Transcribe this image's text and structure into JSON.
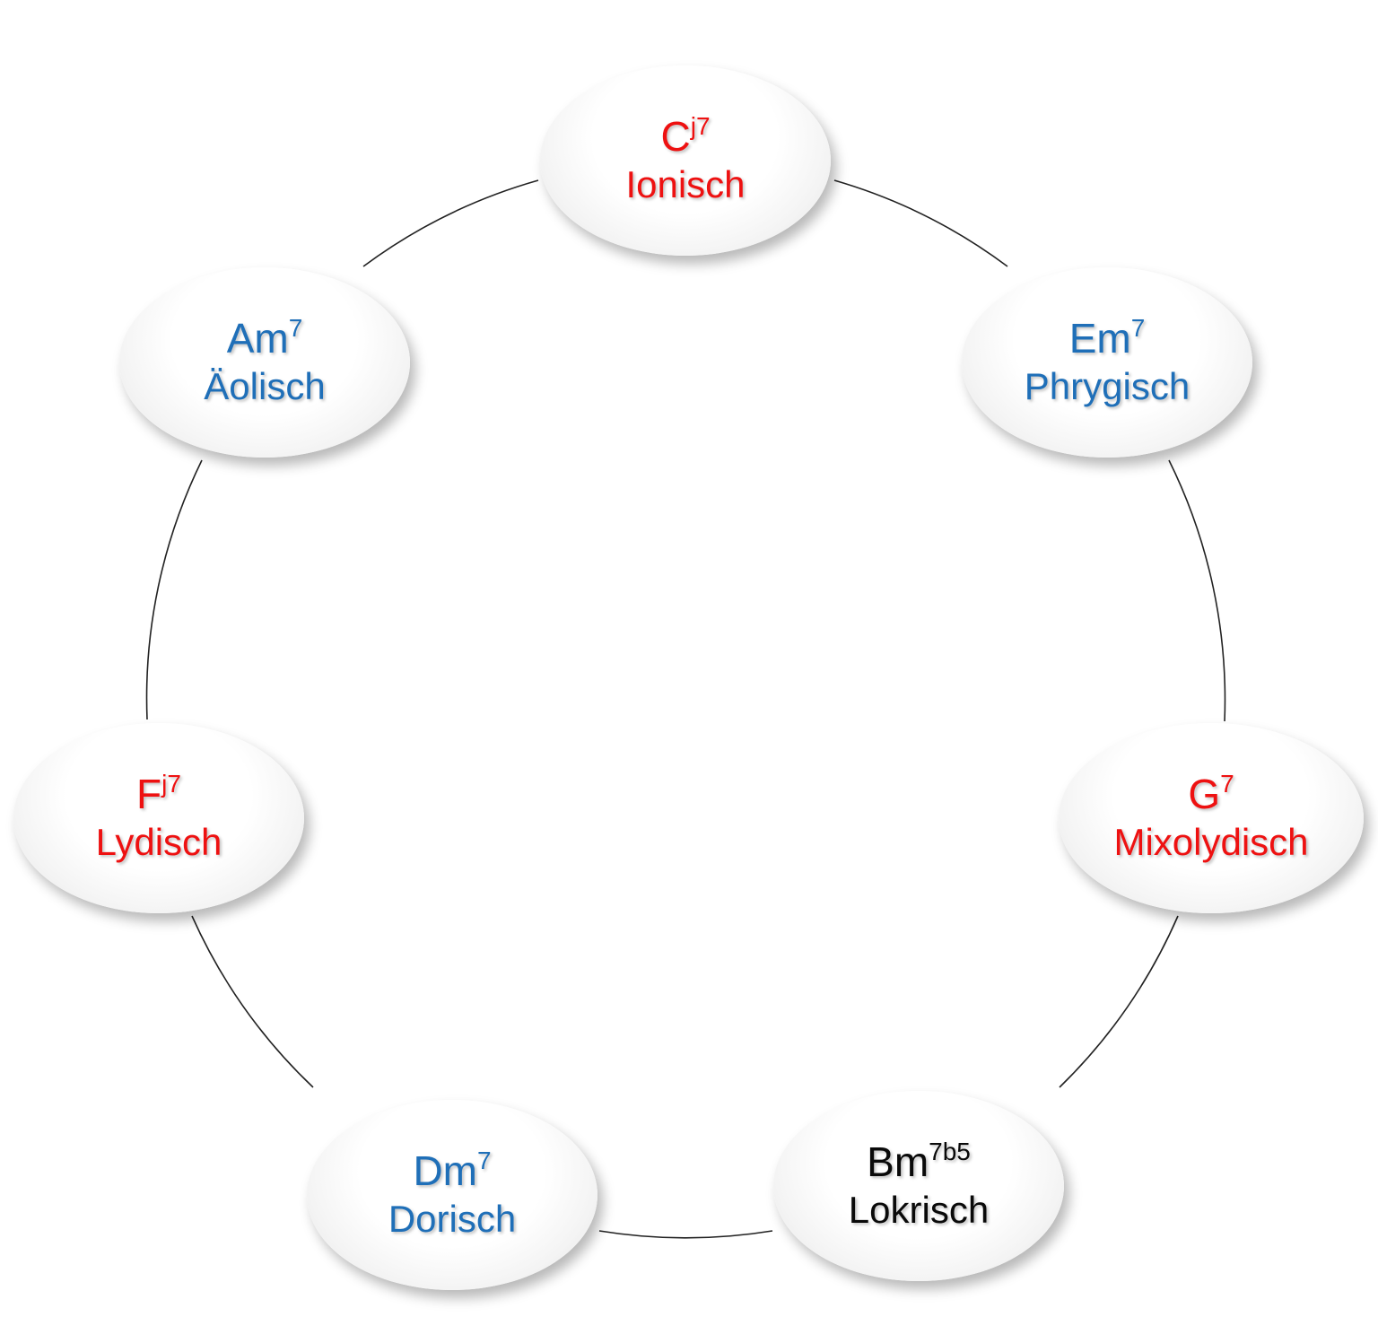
{
  "nodes": [
    {
      "id": "ionisch",
      "chord_root": "C",
      "chord_sup": "j7",
      "mode": "Ionisch",
      "color": "#ee1111"
    },
    {
      "id": "phrygisch",
      "chord_root": "Em",
      "chord_sup": "7",
      "mode": "Phrygisch",
      "color": "#1f6fb8"
    },
    {
      "id": "mixolydisch",
      "chord_root": "G",
      "chord_sup": "7",
      "mode": "Mixolydisch",
      "color": "#ee1111"
    },
    {
      "id": "lokrisch",
      "chord_root": "Bm",
      "chord_sup": "7b5",
      "mode": "Lokrisch",
      "color": "#0a0a0a"
    },
    {
      "id": "dorisch",
      "chord_root": "Dm",
      "chord_sup": "7",
      "mode": "Dorisch",
      "color": "#1f6fb8"
    },
    {
      "id": "lydisch",
      "chord_root": "F",
      "chord_sup": "j7",
      "mode": "Lydisch",
      "color": "#ee1111"
    },
    {
      "id": "aeolisch",
      "chord_root": "Am",
      "chord_sup": "7",
      "mode": "Äolisch",
      "color": "#1f6fb8"
    }
  ],
  "colors": {
    "major": "#ee1111",
    "minor": "#1f6fb8",
    "diminished": "#0a0a0a",
    "connector": "#222222"
  }
}
